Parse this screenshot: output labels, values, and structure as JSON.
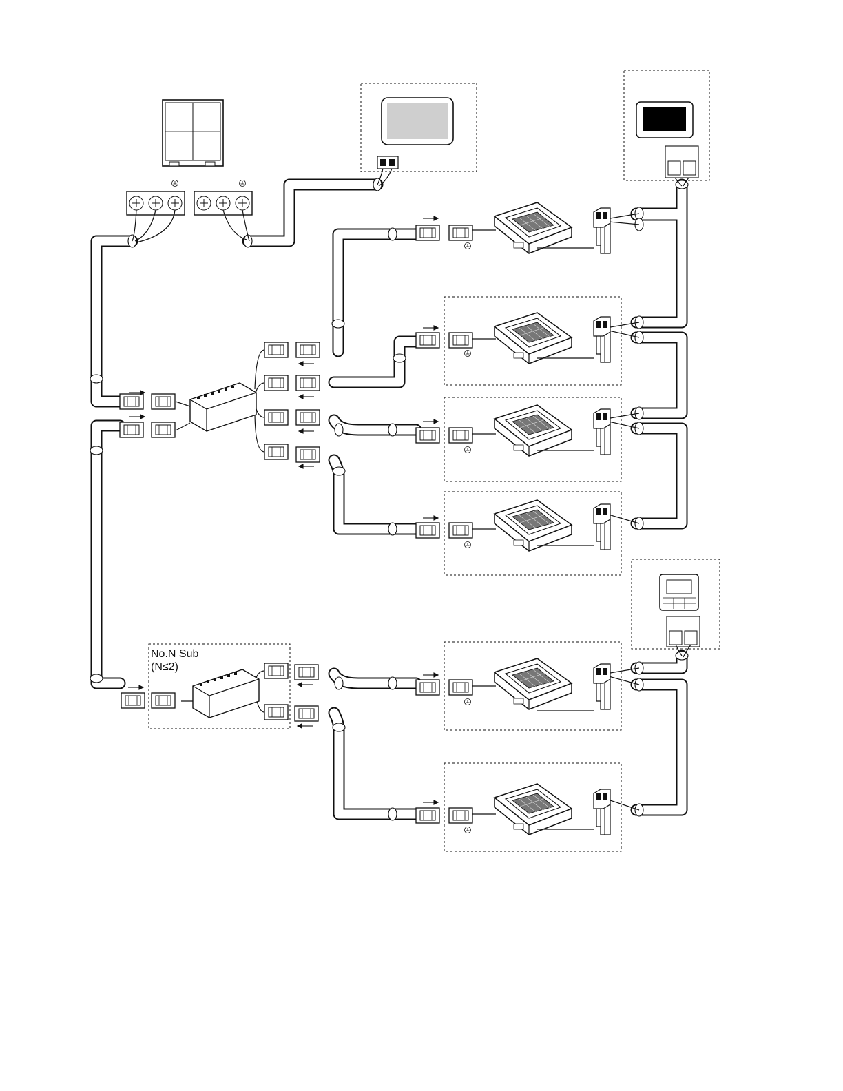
{
  "diagram": {
    "sub_group_label": {
      "line1": "No.N Sub",
      "line2": "(N≤2)"
    },
    "units": {
      "outdoor_unit_icon": "outdoor-unit-icon",
      "touch_controller_icon": "touch-controller-icon",
      "wired_controller_icon": "wired-controller-icon",
      "branch_box_icon": "branch-box-icon",
      "cassette_indoor_unit_icon": "cassette-indoor-unit-icon",
      "terminal_block_icon": "terminal-block-icon",
      "ground_icon": "ground-icon",
      "connector_icon": "connector-icon"
    },
    "counts": {
      "indoor_units": 6,
      "branch_boxes": 2
    },
    "colors": {
      "line": "#111111",
      "screen_gray": "#cfcfcf",
      "screen_black": "#000000"
    }
  }
}
